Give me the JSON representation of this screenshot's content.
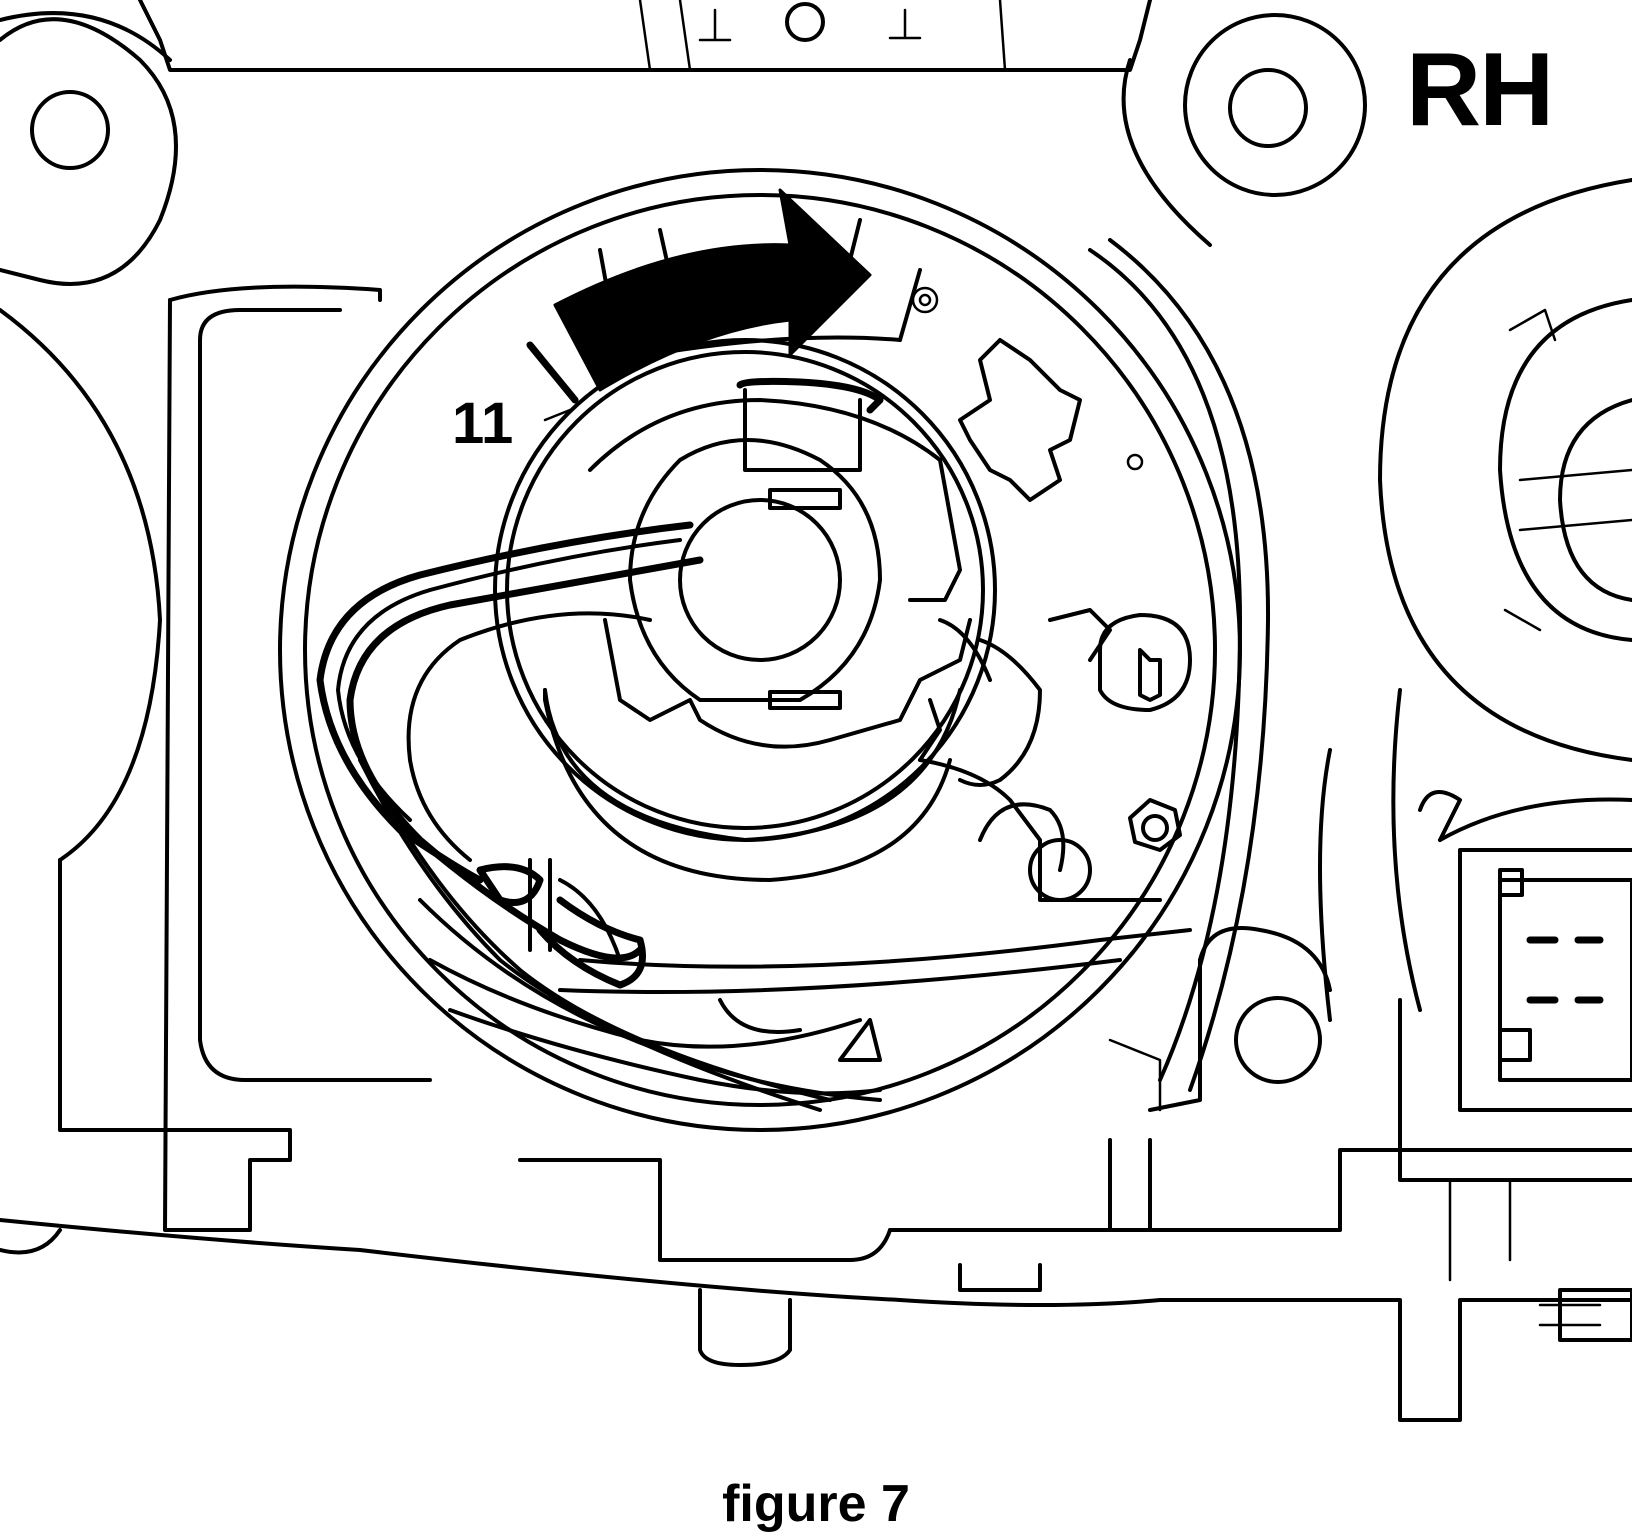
{
  "labels": {
    "side": "RH",
    "callout": "11",
    "caption": "figure 7"
  },
  "colors": {
    "ink": "#000000",
    "paper": "#ffffff"
  }
}
